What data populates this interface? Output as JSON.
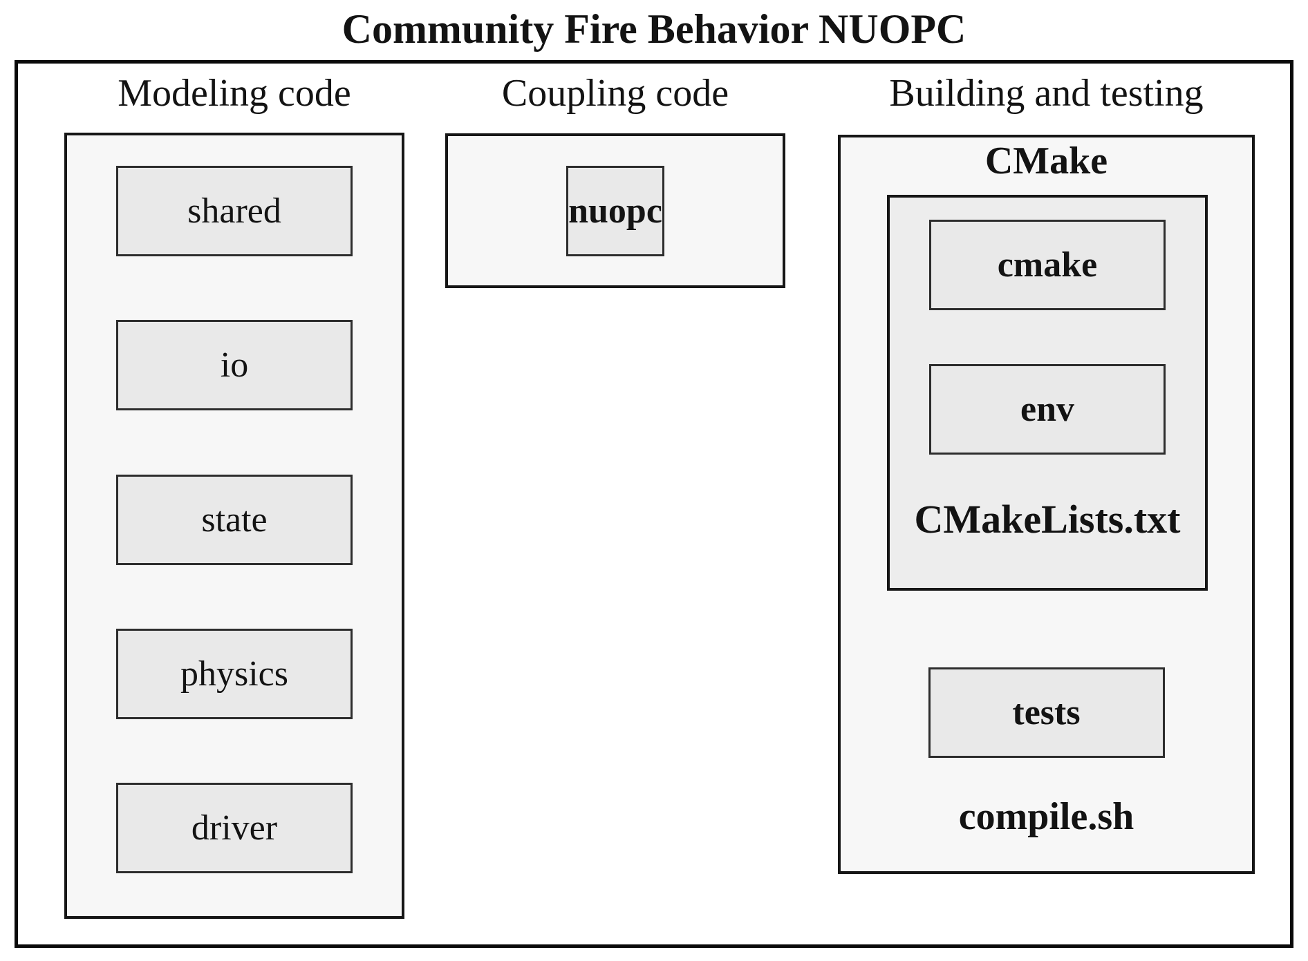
{
  "title": "Community Fire Behavior NUOPC",
  "modeling": {
    "header": "Modeling code",
    "items": [
      "shared",
      "io",
      "state",
      "physics",
      "driver"
    ]
  },
  "coupling": {
    "header": "Coupling code",
    "items": [
      "nuopc"
    ]
  },
  "building": {
    "header": "Building and testing",
    "cmake": {
      "label": "CMake",
      "items": [
        "cmake",
        "env"
      ],
      "file_label": "CMakeLists.txt"
    },
    "tests_label": "tests",
    "script_label": "compile.sh"
  },
  "colors": {
    "background": "#ffffff",
    "frame_border": "#0a0a0a",
    "panel_border": "#161616",
    "leaf_border": "#2d2d2d",
    "panel_bg": "#f7f7f7",
    "group_bg": "#ededed",
    "leaf_bg": "#e9e9e9",
    "text": "#131313"
  }
}
